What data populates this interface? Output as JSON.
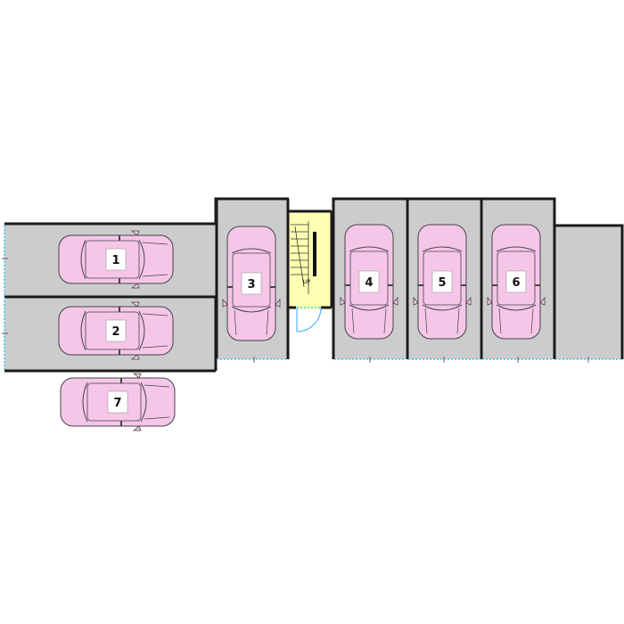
{
  "colors": {
    "bay_fill": "#cccccc",
    "wall": "#1a1a1a",
    "car_body": "#f5c6e8",
    "car_outline": "#444444",
    "stair_fill": "#ffffb3",
    "opening": "#33ccff",
    "number_box": "#ffffff"
  },
  "stair": {
    "label": "UP"
  },
  "spaces": [
    {
      "number": "1",
      "orientation": "horizontal"
    },
    {
      "number": "2",
      "orientation": "horizontal"
    },
    {
      "number": "3",
      "orientation": "vertical"
    },
    {
      "number": "4",
      "orientation": "vertical"
    },
    {
      "number": "5",
      "orientation": "vertical"
    },
    {
      "number": "6",
      "orientation": "vertical"
    },
    {
      "number": "7",
      "orientation": "horizontal",
      "open_air": true
    }
  ]
}
